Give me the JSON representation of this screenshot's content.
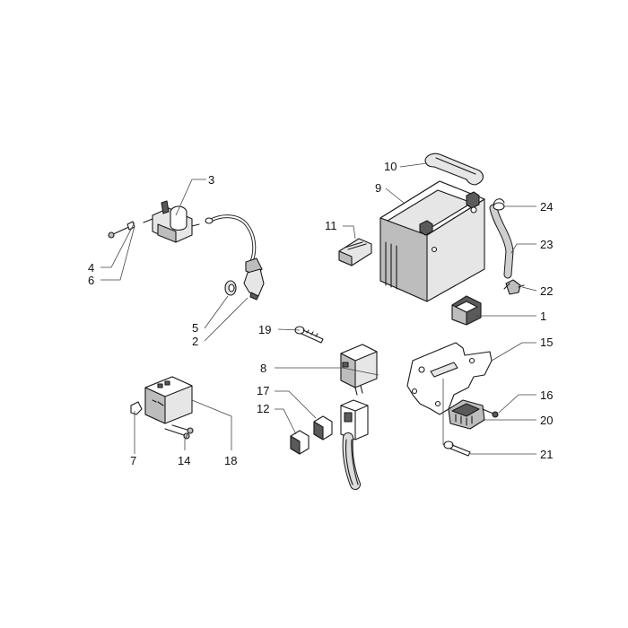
{
  "callouts": {
    "c1": "1",
    "c2": "2",
    "c3": "3",
    "c4": "4",
    "c5": "5",
    "c6": "6",
    "c7": "7",
    "c8": "8",
    "c9": "9",
    "c10": "10",
    "c11": "11",
    "c12": "12",
    "c14": "14",
    "c15": "15",
    "c16": "16",
    "c17": "17",
    "c18": "18",
    "c19": "19",
    "c20": "20",
    "c21": "21",
    "c22": "22",
    "c23": "23",
    "c24": "24"
  }
}
